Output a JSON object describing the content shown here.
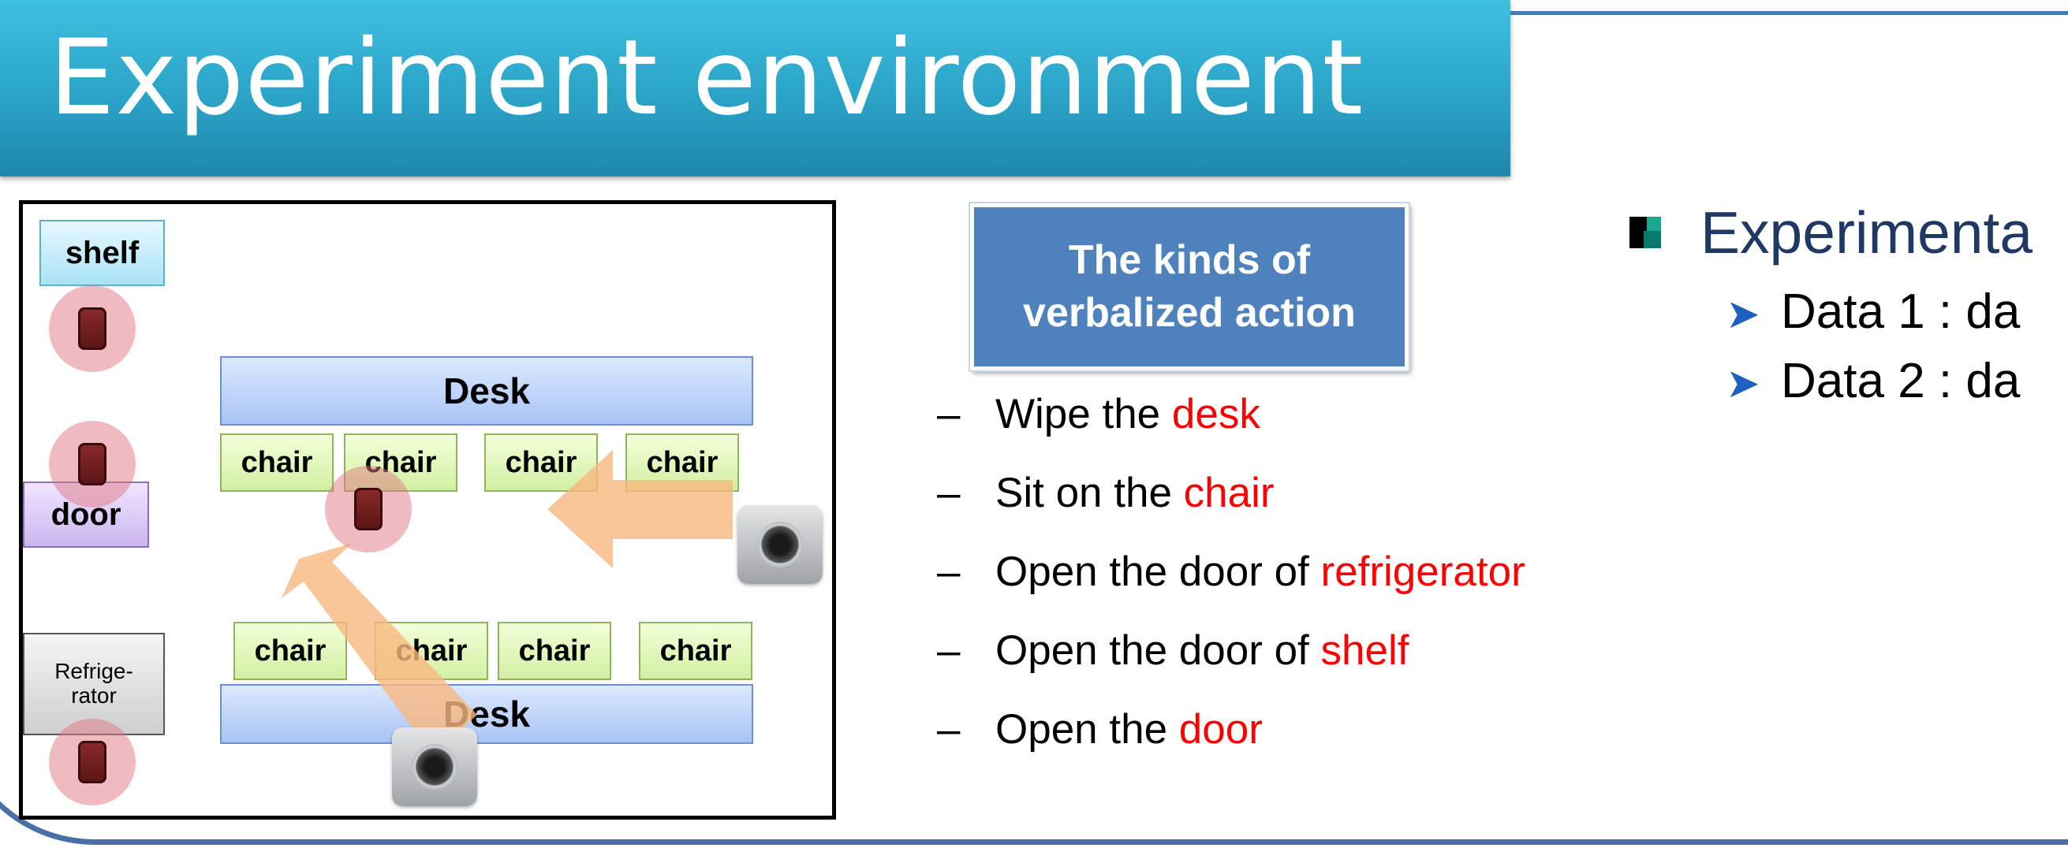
{
  "slide": {
    "title": "Experiment environment",
    "accent_color": "#2aa3c7",
    "frame_color": "#4a6fa5"
  },
  "floor_plan": {
    "shelf_label": "shelf",
    "door_label": "door",
    "refrigerator_label_line1": "Refrige-",
    "refrigerator_label_line2": "rator",
    "desk_top_label": "Desk",
    "desk_bottom_label": "Desk",
    "chairs_top": [
      "chair",
      "chair",
      "chair",
      "chair"
    ],
    "chairs_bottom": [
      "chair",
      "chair",
      "chair",
      "chair"
    ],
    "sensor_icon": "sensor-device-icon",
    "camera_icon": "camera-icon"
  },
  "kinds_box": {
    "line1": "The kinds of",
    "line2": "verbalized action",
    "color": "#4f81bd"
  },
  "actions": [
    {
      "dash": "–",
      "prefix": "Wipe the ",
      "object": "desk"
    },
    {
      "dash": "–",
      "prefix": "Sit on the ",
      "object": "chair"
    },
    {
      "dash": "–",
      "prefix": "Open the door of ",
      "object": "refrigerator"
    },
    {
      "dash": "–",
      "prefix": "Open the door of ",
      "object": "shelf"
    },
    {
      "dash": "–",
      "prefix": "Open the ",
      "object": "door"
    }
  ],
  "highlight_color": "#ff0000",
  "experimental": {
    "heading": "Experimenta",
    "items": [
      "Data 1 : da",
      "Data 2 : da"
    ]
  }
}
